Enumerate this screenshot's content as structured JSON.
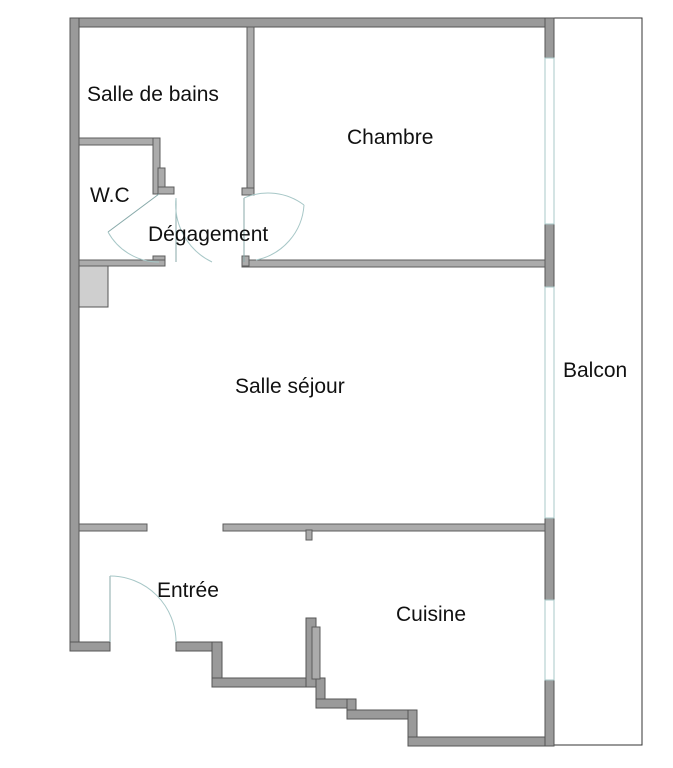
{
  "rooms": {
    "salle_de_bains": "Salle de bains",
    "chambre": "Chambre",
    "wc": "W.C",
    "degagement": "Dégagement",
    "salle_sejour": "Salle séjour",
    "balcon": "Balcon",
    "entree": "Entrée",
    "cuisine": "Cuisine"
  },
  "colors": {
    "wall": "#9a9a9a",
    "window": "#a9c9c9",
    "background": "#ffffff"
  }
}
